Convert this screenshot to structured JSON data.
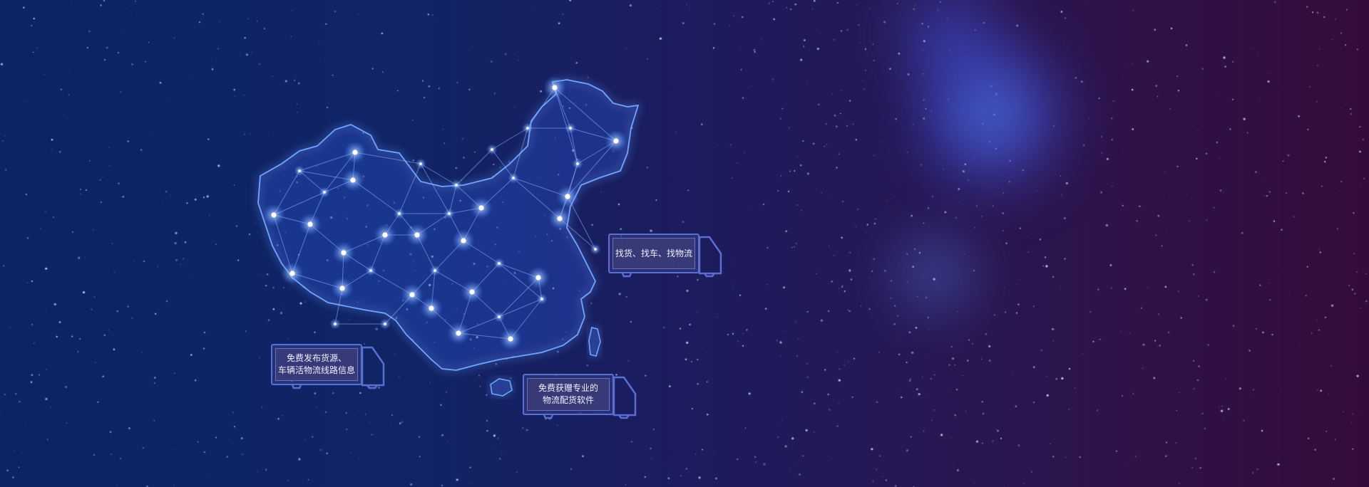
{
  "banner": {
    "tags": [
      {
        "text": "找货、找车、找物流"
      },
      {
        "text": "免费发布货源、\n车辆活物流线路信息"
      },
      {
        "text": "免费获赠专业的\n物流配货软件"
      }
    ]
  },
  "colors": {
    "node": "#ffffff",
    "line": "#8fb4ff",
    "glow": "#3f7bff",
    "truck_border": "#5b6fd0"
  },
  "icons": [
    "truck-icon",
    "china-map-network",
    "starfield",
    "nebula"
  ]
}
